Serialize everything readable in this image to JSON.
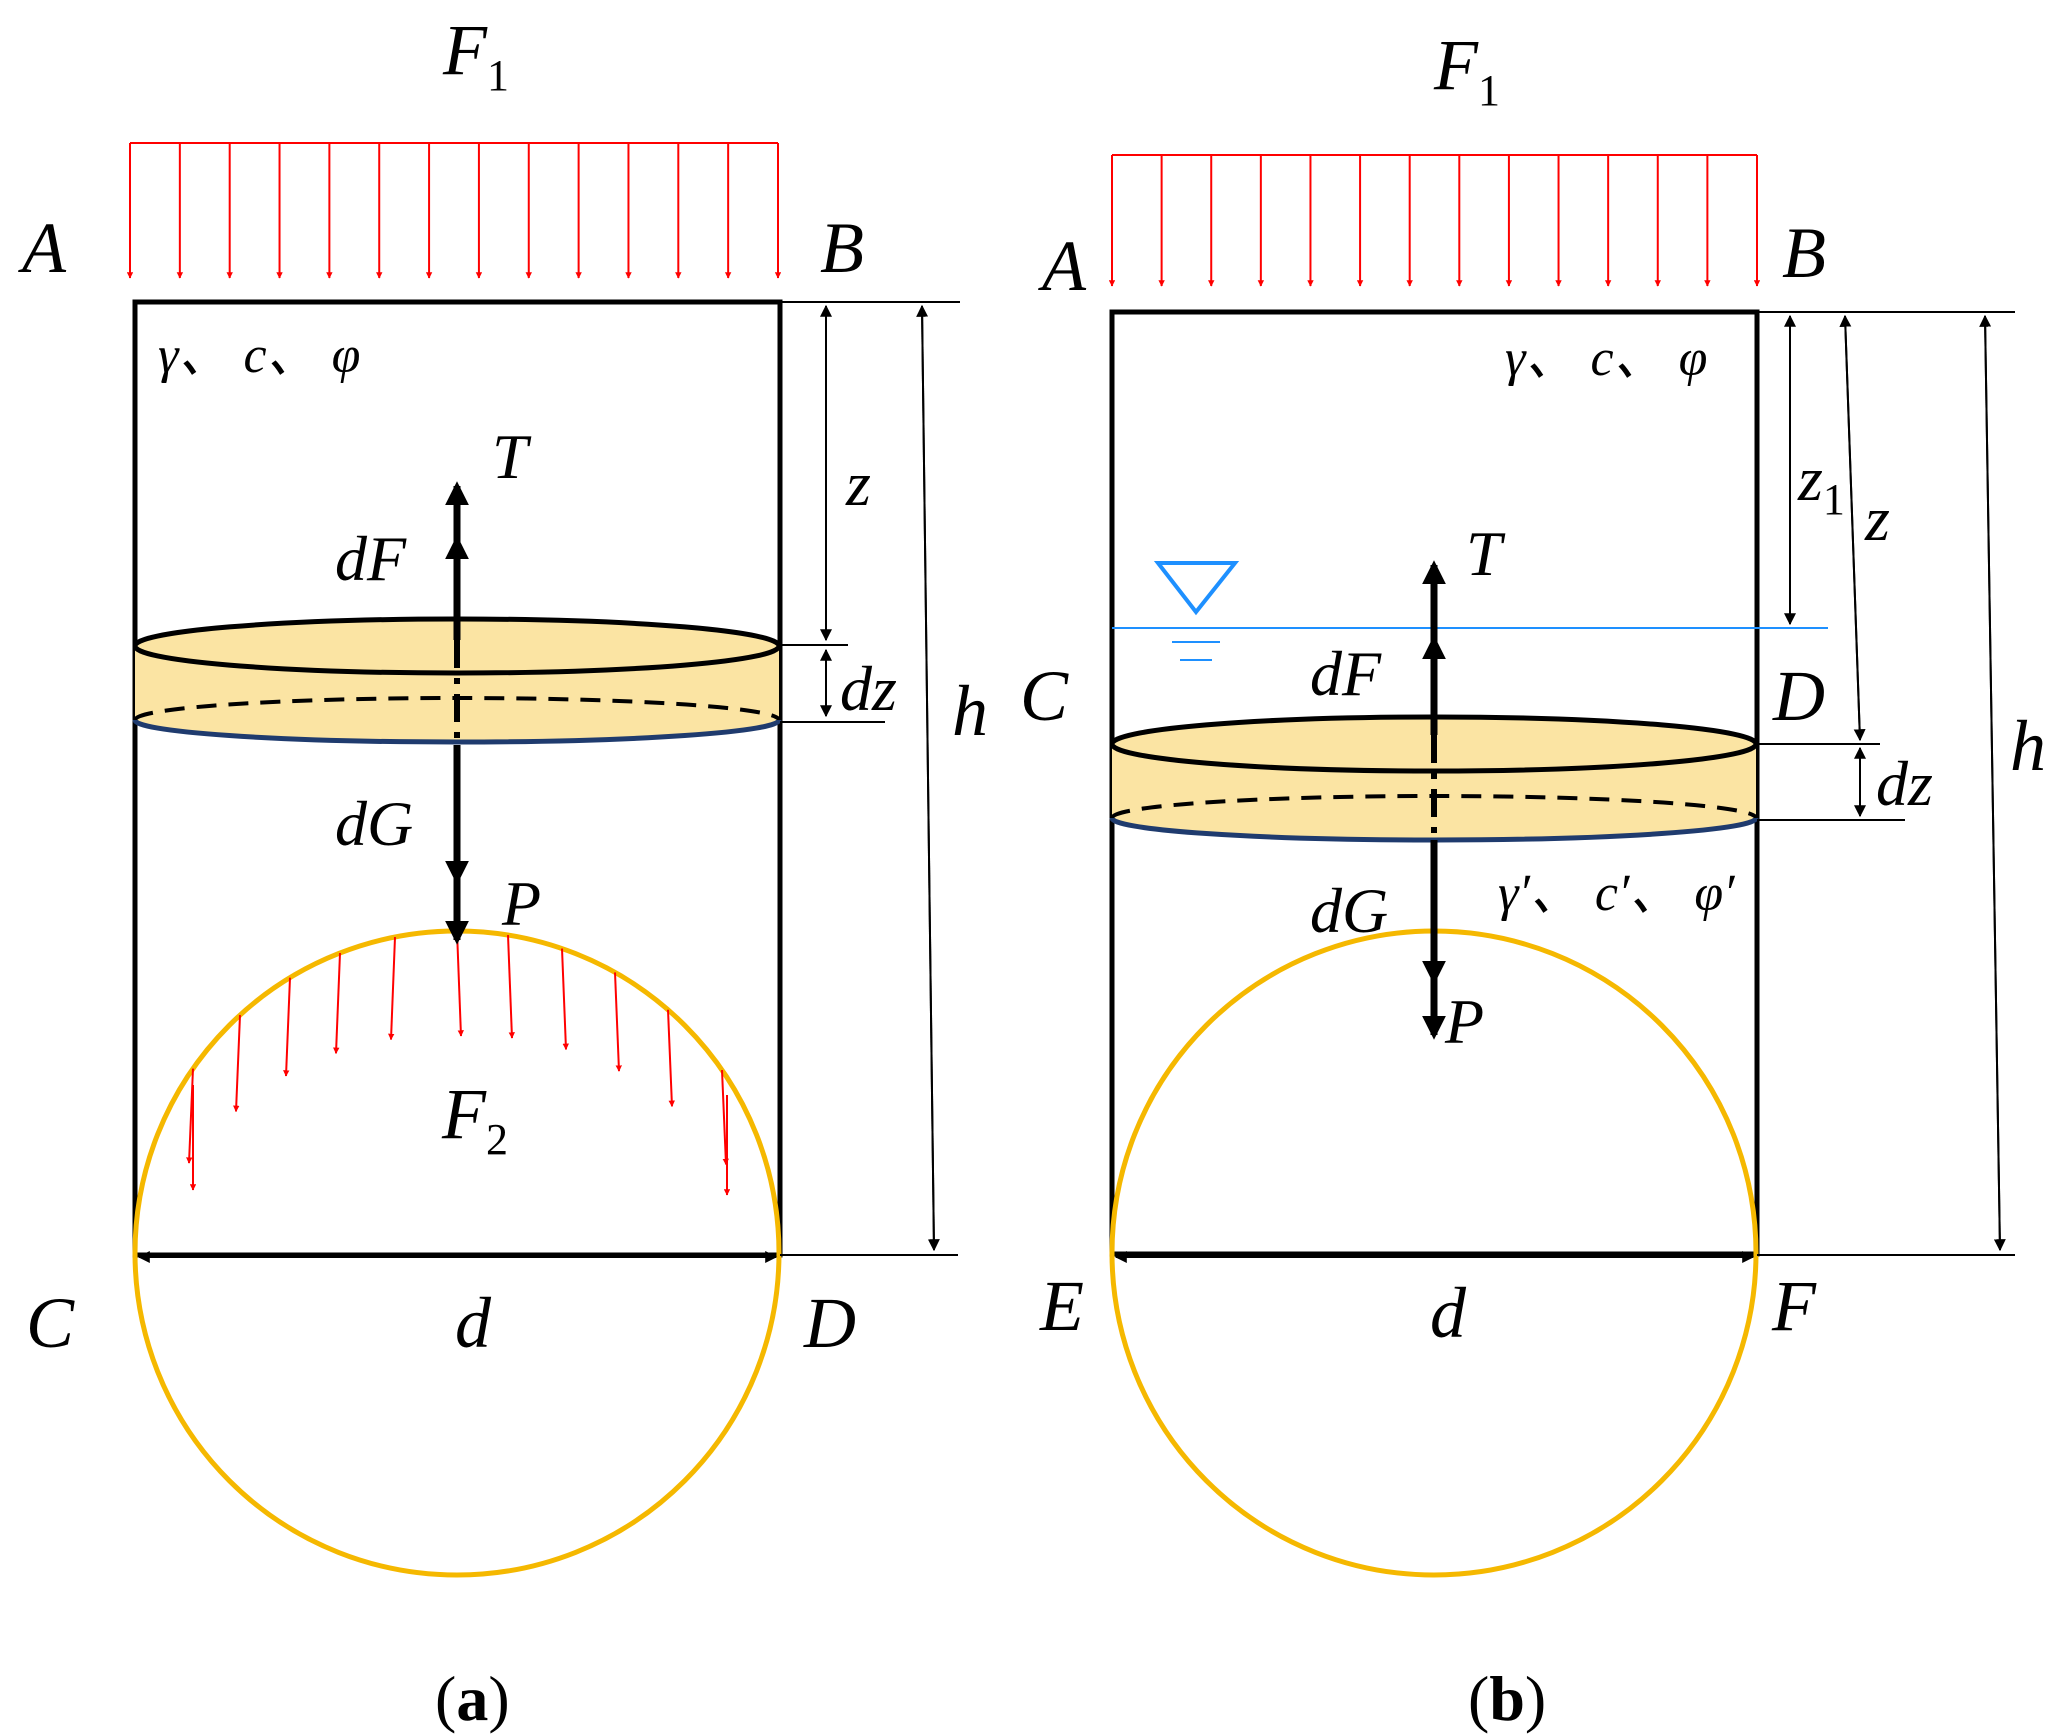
{
  "colors": {
    "load_arrow": "#ff0000",
    "tunnel": "#f5b800",
    "slice_fill": "#fbe4a3",
    "slice_bottom": "#1f3b6e",
    "water": "#1e90ff",
    "line": "#000000"
  },
  "panel_a": {
    "load_top": {
      "letter": "F",
      "sub": "1"
    },
    "corner_top_left": "A",
    "corner_top_right": "B",
    "corner_bottom_left": "C",
    "corner_bottom_right": "D",
    "soil_params": "γ、 c、 φ",
    "force_T": "T",
    "force_dF": "dF",
    "force_dG": "dG",
    "force_P": "P",
    "load_bottom": {
      "letter": "F",
      "sub": "2"
    },
    "dim_z": "z",
    "dim_dz": "dz",
    "dim_h": "h",
    "dim_d": "d",
    "caption_open": "(",
    "caption_letter": "a",
    "caption_close": ")"
  },
  "panel_b": {
    "load_top": {
      "letter": "F",
      "sub": "1"
    },
    "corner_top_left": "A",
    "corner_top_right": "B",
    "water_left": "C",
    "water_right": "D",
    "corner_bottom_left": "E",
    "corner_bottom_right": "F",
    "soil_params_upper": "γ、 c、 φ",
    "soil_params_lower": "γ′、 c′、 φ′",
    "force_T": "T",
    "force_dF": "dF",
    "force_dG": "dG",
    "force_P": "P",
    "dim_z1": {
      "letter": "z",
      "sub": "1"
    },
    "dim_z": "z",
    "dim_dz": "dz",
    "dim_h": "h",
    "dim_d": "d",
    "caption_open": "(",
    "caption_letter": "b",
    "caption_close": ")"
  }
}
